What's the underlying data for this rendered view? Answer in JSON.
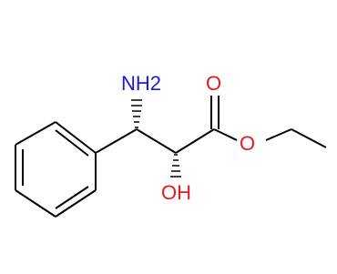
{
  "structure": {
    "atoms": {
      "amine": {
        "label": "NH2",
        "color": "#1a1ae6"
      },
      "hydroxyl": {
        "label": "OH",
        "color": "#e61a1a"
      },
      "carbonyl_oxygen": {
        "label": "O",
        "color": "#e61a1a"
      },
      "ester_oxygen": {
        "label": "O",
        "color": "#e61a1a"
      }
    },
    "bond_color": "#000000"
  }
}
